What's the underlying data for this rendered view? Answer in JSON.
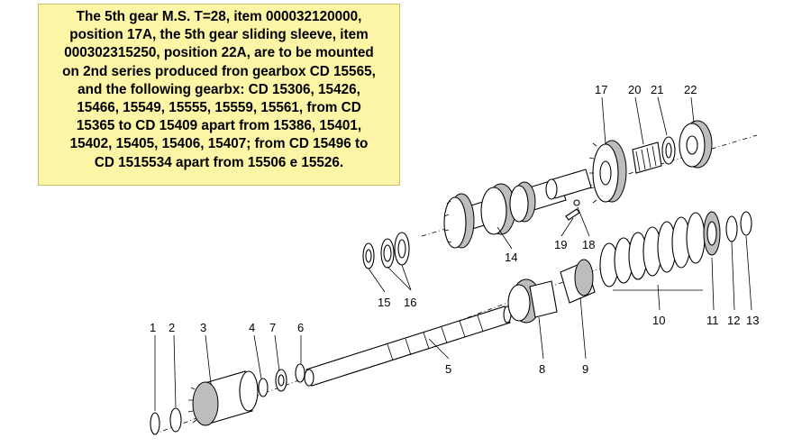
{
  "note": {
    "lines": [
      "The 5th gear M.S. T=28, item 000032120000,",
      "position 17A, the 5th gear sliding sleeve, item",
      "000302315250, position 22A, are to be mounted",
      "on 2nd series produced fron gearbox CD 15565,",
      "and the following gearbx: CD 15306, 15426,",
      "15466, 15549, 15555, 15559, 15561, from CD",
      "15365 to CD 15409 apart from 15386, 15401,",
      "15402, 15405, 15406, 15407; from CD 15496 to",
      "CD 1515534 apart from 15506 e 15526."
    ],
    "background": "#fdf5a6"
  },
  "callouts": [
    "1",
    "2",
    "3",
    "4",
    "7",
    "6",
    "5",
    "8",
    "9",
    "10",
    "11",
    "12",
    "13",
    "14",
    "15",
    "16",
    "17",
    "18",
    "19",
    "20",
    "21",
    "22"
  ]
}
